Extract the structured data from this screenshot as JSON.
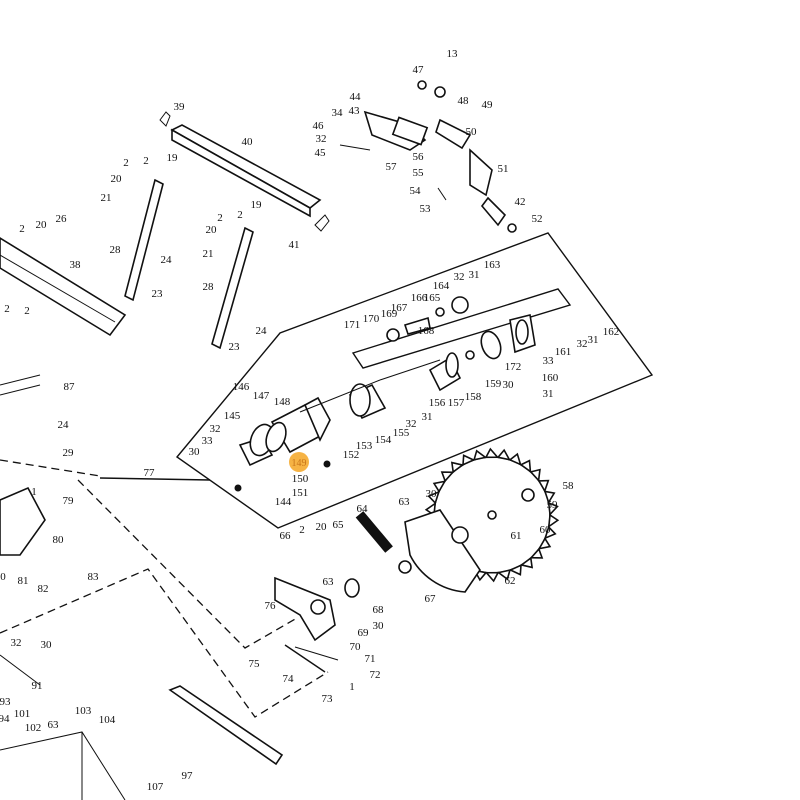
{
  "diagram": {
    "highlight": {
      "label": "149",
      "color": "#f5a623"
    },
    "group_label": "77",
    "callouts": [
      "13",
      "47",
      "44",
      "43",
      "34",
      "46",
      "32",
      "45",
      "48",
      "49",
      "50",
      "57",
      "56",
      "55",
      "51",
      "54",
      "53",
      "42",
      "52",
      "39",
      "40",
      "19",
      "2",
      "2",
      "20",
      "21",
      "28",
      "24",
      "23",
      "41",
      "19",
      "2",
      "2",
      "20",
      "21",
      "28",
      "24",
      "23",
      "26",
      "20",
      "2",
      "38",
      "2",
      "2",
      "87",
      "24",
      "29",
      "163",
      "31",
      "32",
      "164",
      "165",
      "166",
      "167",
      "169",
      "170",
      "171",
      "168",
      "162",
      "31",
      "32",
      "161",
      "172",
      "33",
      "160",
      "30",
      "31",
      "159",
      "158",
      "157",
      "156",
      "31",
      "32",
      "155",
      "154",
      "153",
      "152",
      "146",
      "147",
      "148",
      "145",
      "32",
      "33",
      "30",
      "150",
      "151",
      "144",
      "58",
      "59",
      "60",
      "61",
      "62",
      "63",
      "30",
      "64",
      "65",
      "20",
      "2",
      "66",
      "63",
      "68",
      "30",
      "69",
      "70",
      "71",
      "72",
      "1",
      "73",
      "74",
      "75",
      "76",
      "67",
      "1",
      "79",
      "80",
      "81",
      "82",
      "83",
      "0",
      "32",
      "30",
      "91",
      "93",
      "94",
      "101",
      "102",
      "63",
      "103",
      "104",
      "107",
      "97"
    ]
  }
}
